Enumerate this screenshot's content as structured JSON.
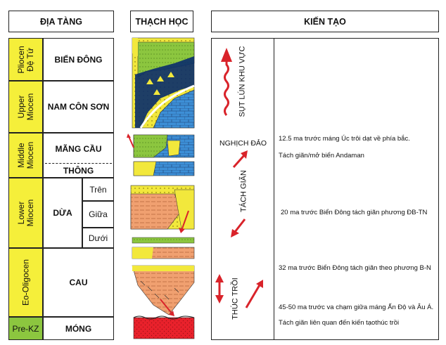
{
  "headers": {
    "stratigraphy": "ĐỊA TÀNG",
    "lithology": "THẠCH HỌC",
    "tectonics": "KIẾN TẠO"
  },
  "epochs": {
    "pliocen": "Pliocen\nĐệ Tứ",
    "upper_miocen": "Upper\nMiocen",
    "middle_miocen": "Middle\nMiocen",
    "lower_miocen": "Lower\nMiocen",
    "eo_oligocen": "Eo-Oligocen",
    "pre_kz": "Pre-KZ"
  },
  "formations": {
    "bien_dong": "BIỂN ĐÔNG",
    "nam_con_son": "NAM CÔN SƠN",
    "mang_cau": "MÃNG CẦU",
    "thong": "THÔNG",
    "dua": "DỪA",
    "dua_tren": "Trên",
    "dua_giua": "Giữa",
    "dua_duoi": "Dưới",
    "cau": "CAU",
    "mong": "MÓNG"
  },
  "tectonic_phases": {
    "subsidence": "SỤT LÚN KHU VỰC",
    "inversion": "NGHỊCH ĐẢO",
    "rifting": "TÁCH GIÃN",
    "subduction": "THÚC TRỒI"
  },
  "events": [
    "12.5 ma trước máng Úc trôi dạt về phía bắc.",
    "Tách giãn/mở biển Andaman",
    "20 ma trước Biển Đông tách giãn phương ĐB-TN",
    "32 ma trước Biển Đông tách giãn theo phương B-N",
    "45-50 ma trước va chạm giữa máng Ấn Độ và Âu Á.",
    "Tách giãn liên quan đến kiến tạothúc trồi"
  ],
  "colors": {
    "epoch_yellow": "#f5ef3a",
    "epoch_green": "#8cc63f",
    "arrow_red": "#d9232a",
    "litho_yellow": "#f2e83c",
    "litho_green": "#8cc63f",
    "litho_blue": "#3d8fd6",
    "litho_orange": "#f0a070",
    "basement_red": "#e8212b"
  }
}
